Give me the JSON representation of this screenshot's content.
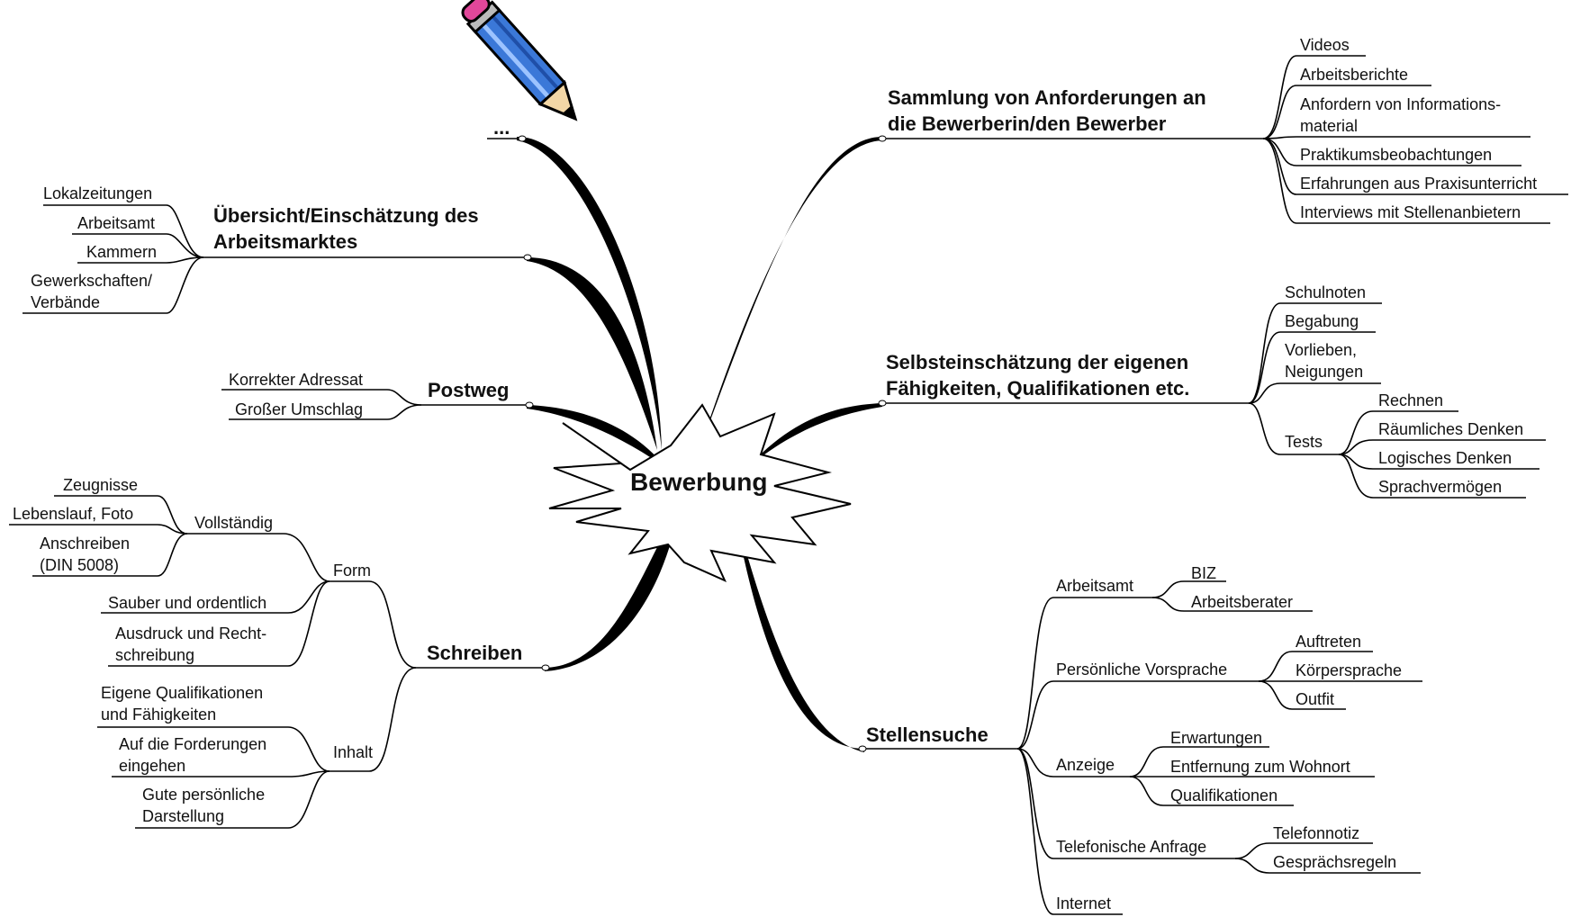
{
  "center": "Bewerbung",
  "branches": {
    "dots": "...",
    "sammlung": {
      "title": [
        "Sammlung von Anforderungen an",
        "die Bewerberin/den Bewerber"
      ],
      "items": [
        "Videos",
        "Arbeitsberichte",
        [
          "Anfordern von Informations-",
          "material"
        ],
        "Praktikumsbeobachtungen",
        "Erfahrungen aus Praxisunterricht",
        "Interviews mit Stellenanbietern"
      ]
    },
    "selbst": {
      "title": [
        "Selbsteinschätzung der eigenen",
        "Fähigkeiten, Qualifikationen etc."
      ],
      "items": [
        "Schulnoten",
        "Begabung",
        [
          "Vorlieben,",
          "Neigungen"
        ],
        "Tests"
      ],
      "tests": [
        "Rechnen",
        "Räumliches Denken",
        "Logisches Denken",
        "Sprachvermögen"
      ]
    },
    "stellensuche": {
      "title": "Stellensuche",
      "arbeitsamt": {
        "label": "Arbeitsamt",
        "items": [
          "BIZ",
          "Arbeitsberater"
        ]
      },
      "vorsprache": {
        "label": "Persönliche Vorsprache",
        "items": [
          "Auftreten",
          "Körpersprache",
          "Outfit"
        ]
      },
      "anzeige": {
        "label": "Anzeige",
        "items": [
          "Erwartungen",
          "Entfernung zum Wohnort",
          "Qualifikationen"
        ]
      },
      "telefon": {
        "label": "Telefonische Anfrage",
        "items": [
          "Telefonnotiz",
          "Gesprächsregeln"
        ]
      },
      "internet": "Internet"
    },
    "uebersicht": {
      "title": [
        "Übersicht/Einschätzung des",
        "Arbeitsmarktes"
      ],
      "items": [
        "Lokalzeitungen",
        "Arbeitsamt",
        "Kammern",
        [
          "Gewerkschaften/",
          "Verbände"
        ]
      ]
    },
    "postweg": {
      "title": "Postweg",
      "items": [
        "Korrekter Adressat",
        "Großer Umschlag"
      ]
    },
    "schreiben": {
      "title": "Schreiben",
      "form": {
        "label": "Form",
        "vollstaendig": {
          "label": "Vollständig",
          "items": [
            "Zeugnisse",
            "Lebenslauf, Foto",
            [
              "Anschreiben",
              "(DIN 5008)"
            ]
          ]
        },
        "items": [
          "Sauber und ordentlich",
          [
            "Ausdruck und Recht-",
            "schreibung"
          ]
        ]
      },
      "inhalt": {
        "label": "Inhalt",
        "items": [
          [
            "Eigene Qualifikationen",
            "und Fähigkeiten"
          ],
          [
            "Auf die Forderungen",
            "eingehen"
          ],
          [
            "Gute persönliche",
            "Darstellung"
          ]
        ]
      }
    }
  },
  "colors": {
    "line": "#000000",
    "pencil_body": "#3b78d8",
    "pencil_eraser": "#e2479a"
  },
  "icons": {
    "pencil": "pencil-icon",
    "starburst": "starburst-shape"
  }
}
